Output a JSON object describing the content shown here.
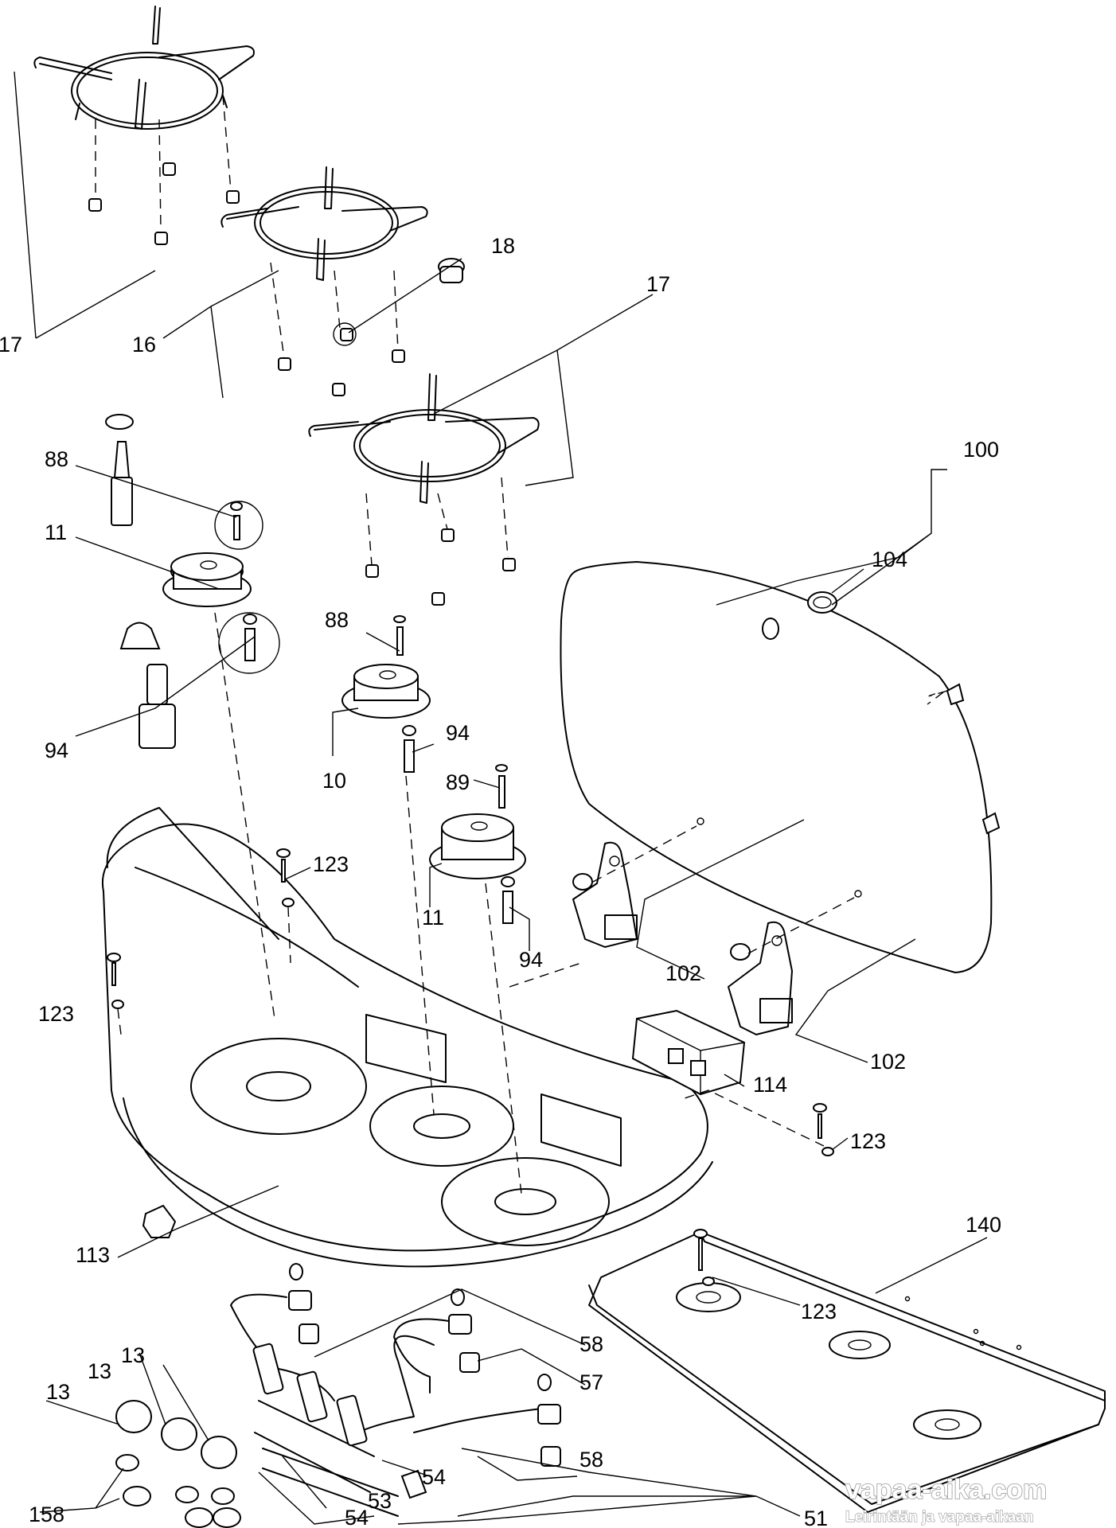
{
  "labels": {
    "p17a": "17",
    "p16": "16",
    "p18": "18",
    "p17b": "17",
    "p88a": "88",
    "p11a": "11",
    "p94a": "94",
    "p88b": "88",
    "p10": "10",
    "p94b": "94",
    "p89": "89",
    "p123a": "123",
    "p11b": "11",
    "p94c": "94",
    "p123b": "123",
    "p100": "100",
    "p104": "104",
    "p102a": "102",
    "p102b": "102",
    "p114": "114",
    "p123c": "123",
    "p113": "113",
    "p140": "140",
    "p123d": "123",
    "p58a": "58",
    "p57": "57",
    "p58b": "58",
    "p13a": "13",
    "p13b": "13",
    "p13c": "13",
    "p158": "158",
    "p53": "53",
    "p54a": "54",
    "p54b": "54",
    "p51": "51"
  },
  "watermark": {
    "site": "vapaa-aika.com",
    "tagline": "Leirintään ja vapaa-aikaan"
  }
}
